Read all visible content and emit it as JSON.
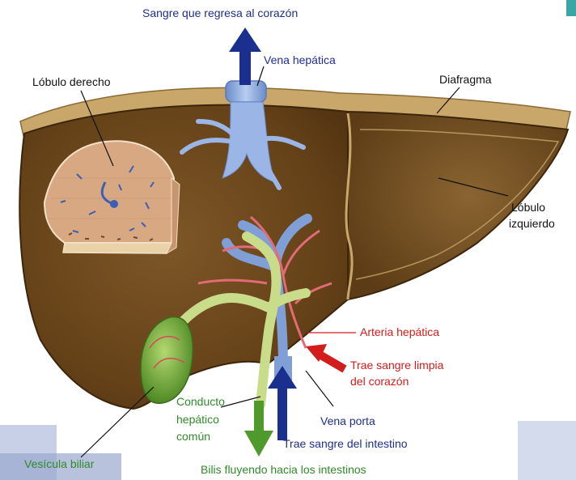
{
  "labels": {
    "top": "Sangre que regresa al corazón",
    "hepatic_vein": "Vena hepática",
    "right_lobe": "Lóbulo derecho",
    "diaphragm": "Diafragma",
    "left_lobe_line1": "Lóbulo",
    "left_lobe_line2": "izquierdo",
    "hepatic_artery": "Arteria hepática",
    "clean_blood_line1": "Trae sangre limpia",
    "clean_blood_line2": "del corazón",
    "duct_line1": "Conducto",
    "duct_line2": "hepático",
    "duct_line3": "común",
    "portal_vein": "Vena porta",
    "intestine_blood": "Trae sangre del intestino",
    "gallbladder": "Vesícula biliar",
    "bile": "Bilis fluyendo hacia los intestinos"
  },
  "colors": {
    "liver": "#6e4a22",
    "liver_light": "#8a6330",
    "diaphragm": "#c9a66a",
    "vein_blue": "#7f9fd6",
    "arrow_blue": "#1a2f8e",
    "artery_red": "#d94a5a",
    "bile_green": "#7bbf3a",
    "label_red": "#d31c1c",
    "label_green": "#2f8a2a"
  }
}
